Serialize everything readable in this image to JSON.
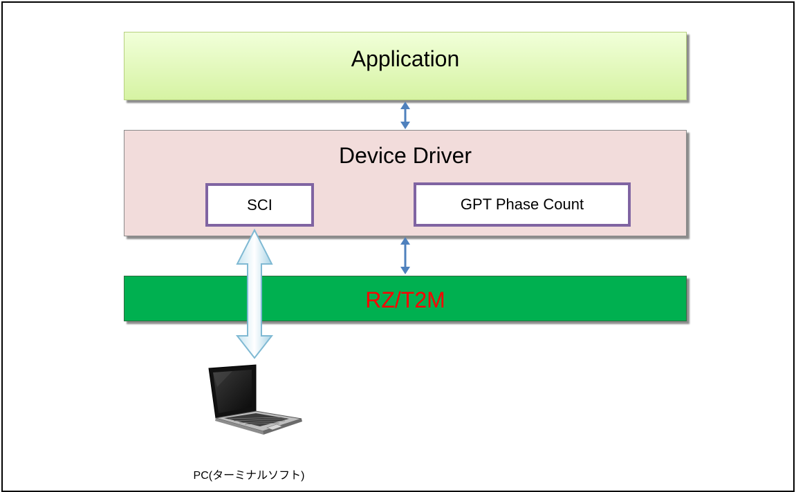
{
  "layers": {
    "application": "Application",
    "device_driver": "Device Driver",
    "chip": "RZ/T2M"
  },
  "modules": {
    "sci": "SCI",
    "gpt": "GPT Phase Count"
  },
  "pc": {
    "label": "PC(ターミナルソフト)",
    "icon": "laptop-icon"
  },
  "colors": {
    "application_fill": "#d6f3a3",
    "driver_fill": "#f2dcdb",
    "chip_fill": "#00b050",
    "chip_text": "#ff0000",
    "module_border": "#8064a2",
    "arrow": "#4f81bd"
  }
}
